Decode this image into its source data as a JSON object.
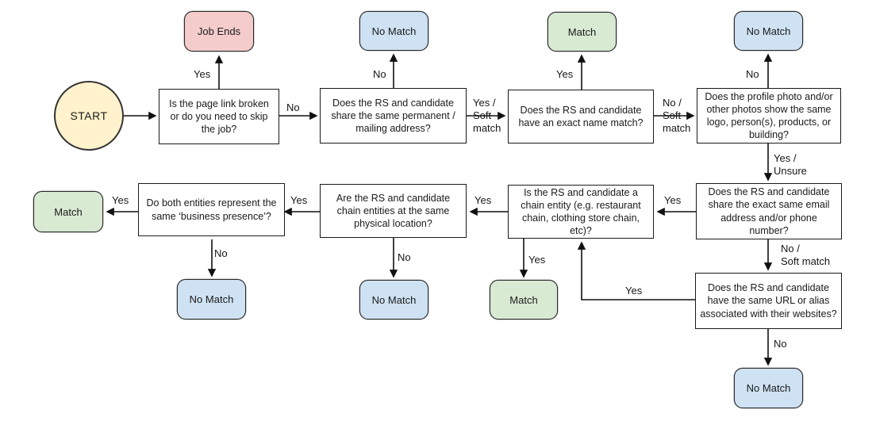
{
  "palette": {
    "start_fill": "#fff2cc",
    "end_fill": "#f4cccc",
    "match_fill": "#d9ead3",
    "no_match_fill": "#cfe2f3",
    "decision_fill": "#ffffff",
    "line_color": "#111111"
  },
  "nodes": {
    "start": "START",
    "job_ends": "Job Ends",
    "no_match_top_1": "No Match",
    "match_top": "Match",
    "no_match_top_2": "No Match",
    "match_left": "Match",
    "no_match_mid_1": "No Match",
    "no_match_mid_2": "No Match",
    "match_mid": "Match",
    "no_match_bottom": "No Match",
    "q_page_link": "Is the page link broken or do you need to skip the job?",
    "q_address": "Does the RS and candidate share the same permanent / mailing address?",
    "q_name": "Does the RS and candidate have an exact name match?",
    "q_photos": "Does the profile photo and/or other photos show the same logo, person(s), products, or building?",
    "q_presence": "Do both entities represent the same ‘business presence’?",
    "q_location": "Are the RS and candidate chain entities at the same physical location?",
    "q_chain": "Is the RS and candidate a chain entity (e.g. restaurant chain, clothing store chain, etc)?",
    "q_email_phone": "Does the RS and candidate share the exact same email address and/or phone number?",
    "q_url": "Does the RS and candidate have the same URL or alias associated with their websites?"
  },
  "labels": {
    "yes_job_ends": "Yes",
    "no_to_address": "No",
    "no_to_no_match_1": "No",
    "yes_soft_match_1": "Yes /\nSoft\nmatch",
    "yes_to_match_top": "Yes",
    "no_soft_match_1": "No /\nSoft\nmatch",
    "no_to_no_match_2": "No",
    "yes_unsure": "Yes /\nUnsure",
    "yes_email_to_chain": "Yes",
    "no_soft_match_2": "No /\nSoft match",
    "no_to_no_match_bottom": "No",
    "yes_url_to_chain": "Yes",
    "yes_chain_to_match": "Yes",
    "yes_chain_to_location": "Yes",
    "no_to_no_match_mid_2": "No",
    "yes_location_to_presence": "Yes",
    "no_to_no_match_mid_1": "No",
    "yes_presence_to_match": "Yes"
  }
}
